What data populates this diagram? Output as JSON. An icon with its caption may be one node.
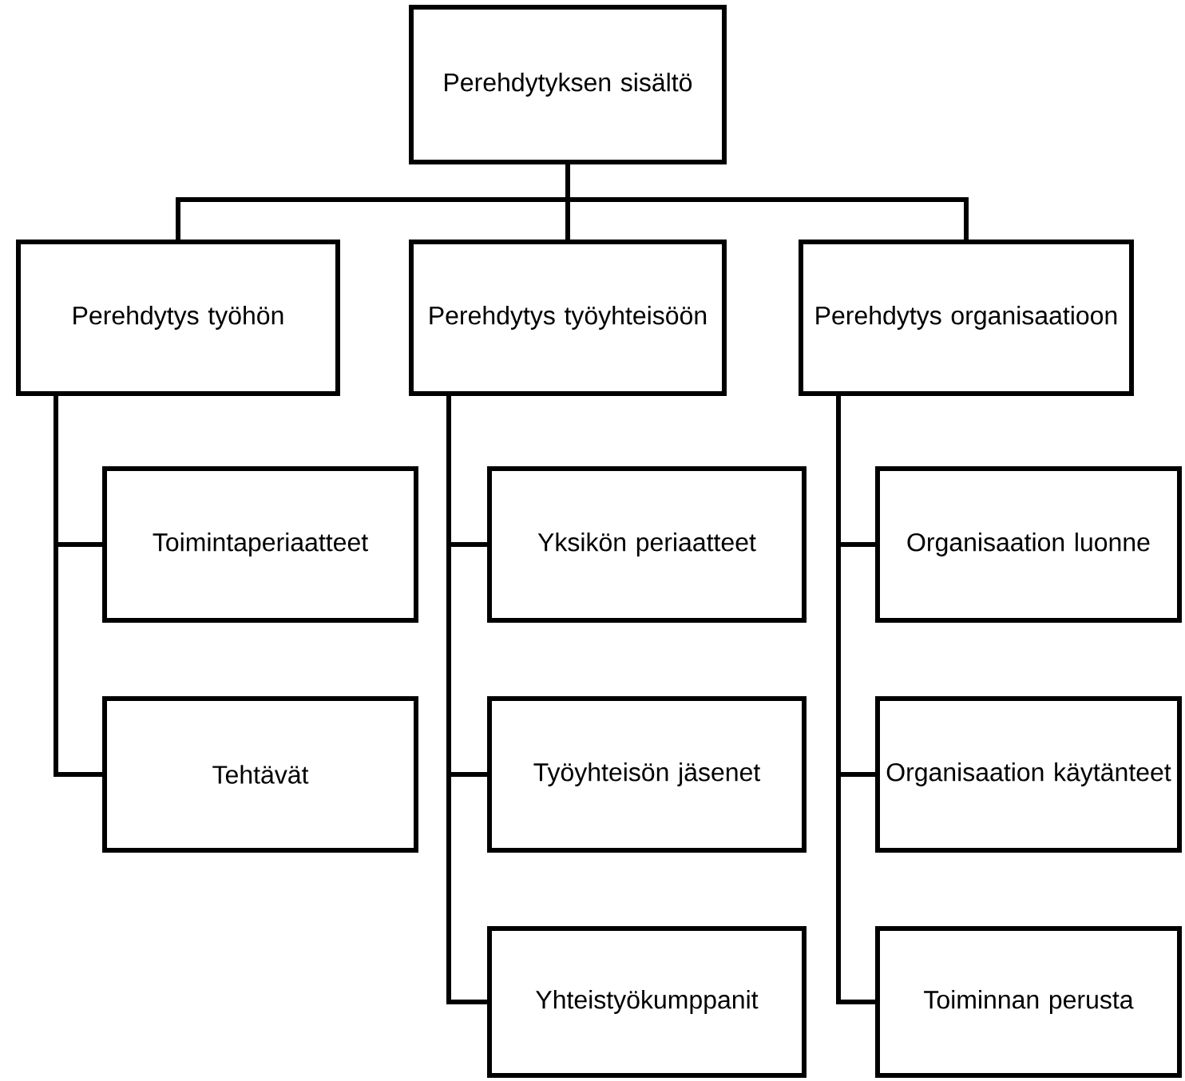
{
  "diagram": {
    "nodes": [
      {
        "text": [
          "Perehdytyksen sisältö"
        ]
      },
      {
        "text": [
          "Perehdytys työhön"
        ]
      },
      {
        "text": [
          "Perehdytys työyhteisöön"
        ]
      },
      {
        "text": [
          "Perehdytys organisaatioon"
        ]
      },
      {
        "text": [
          "Toimintaperiaatteet"
        ]
      },
      {
        "text": [
          "Tehtävät"
        ]
      },
      {
        "text": [
          "Yksikön periaatteet"
        ]
      },
      {
        "text": [
          "Työyhteisön jäsenet"
        ]
      },
      {
        "text": [
          "Yhteistyökumppanit"
        ]
      },
      {
        "text": [
          "Organisaation luonne"
        ]
      },
      {
        "text": [
          "Organisaation käytänteet"
        ]
      },
      {
        "text": [
          "Toiminnan perusta"
        ]
      }
    ],
    "edges": [
      {
        "from": 0,
        "to": 1,
        "arrow": "none"
      },
      {
        "from": 0,
        "to": 2,
        "arrow": "none"
      },
      {
        "from": 0,
        "to": 3,
        "arrow": "none"
      },
      {
        "from": 1,
        "to": 4,
        "arrow": "none"
      },
      {
        "from": 1,
        "to": 5,
        "arrow": "none"
      },
      {
        "from": 2,
        "to": 6,
        "arrow": "none"
      },
      {
        "from": 2,
        "to": 7,
        "arrow": "none"
      },
      {
        "from": 2,
        "to": 8,
        "arrow": "none"
      },
      {
        "from": 3,
        "to": 9,
        "arrow": "none"
      },
      {
        "from": 3,
        "to": 10,
        "arrow": "none"
      },
      {
        "from": 3,
        "to": 11,
        "arrow": "none"
      }
    ]
  }
}
